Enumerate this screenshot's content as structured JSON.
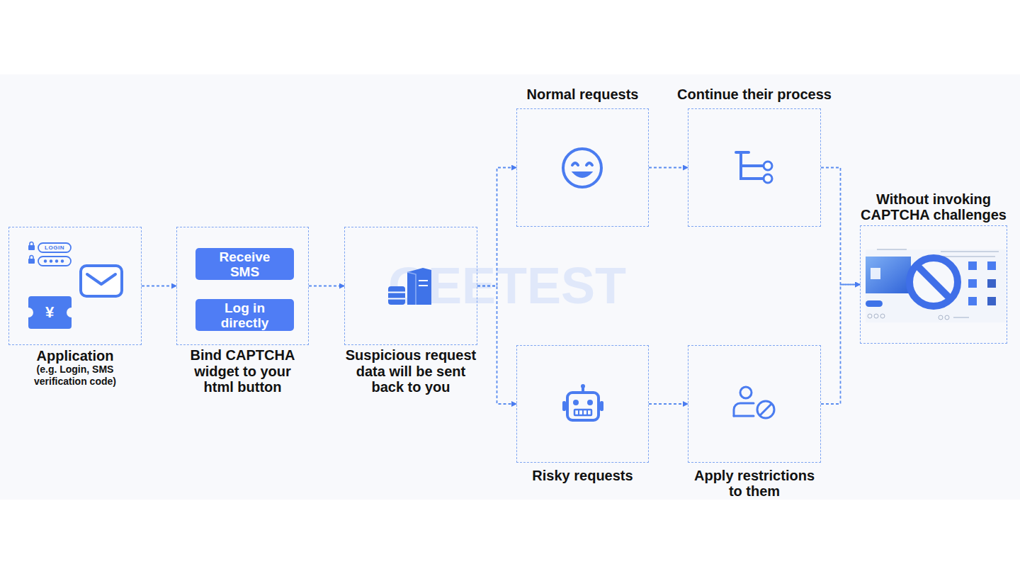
{
  "diagram": {
    "nodes": [
      {
        "text": [
          "Application",
          "(e.g. Login, SMS verification code)"
        ]
      },
      {
        "text": [
          "Bind CAPTCHA widget to your html button"
        ]
      },
      {
        "text": [
          "Receive SMS"
        ],
        "in": 1
      },
      {
        "text": [
          "Log in directly"
        ],
        "in": 1
      },
      {
        "text": [
          "Suspicious request data will be sent back to you"
        ]
      },
      {
        "text": [
          "Normal requests"
        ]
      },
      {
        "text": [
          "Continue their process"
        ]
      },
      {
        "text": [
          "Risky requests"
        ]
      },
      {
        "text": [
          "Apply restrictions to them"
        ]
      },
      {
        "text": [
          "Without invoking CAPTCHA challenges"
        ]
      }
    ],
    "edges": [
      {
        "from": 0,
        "to": 1,
        "arrow": "to"
      },
      {
        "from": 1,
        "to": 4,
        "arrow": "to"
      },
      {
        "from": 4,
        "to": 5,
        "arrow": "to"
      },
      {
        "from": 4,
        "to": 7,
        "arrow": "to"
      },
      {
        "from": 5,
        "to": 6,
        "arrow": "to"
      },
      {
        "from": 7,
        "to": 8,
        "arrow": "to"
      },
      {
        "from": 6,
        "to": 9,
        "arrow": "to"
      },
      {
        "from": 8,
        "to": 9,
        "arrow": "to"
      }
    ],
    "labels": [
      "LOGIN",
      "¥",
      "GEETEST"
    ]
  }
}
